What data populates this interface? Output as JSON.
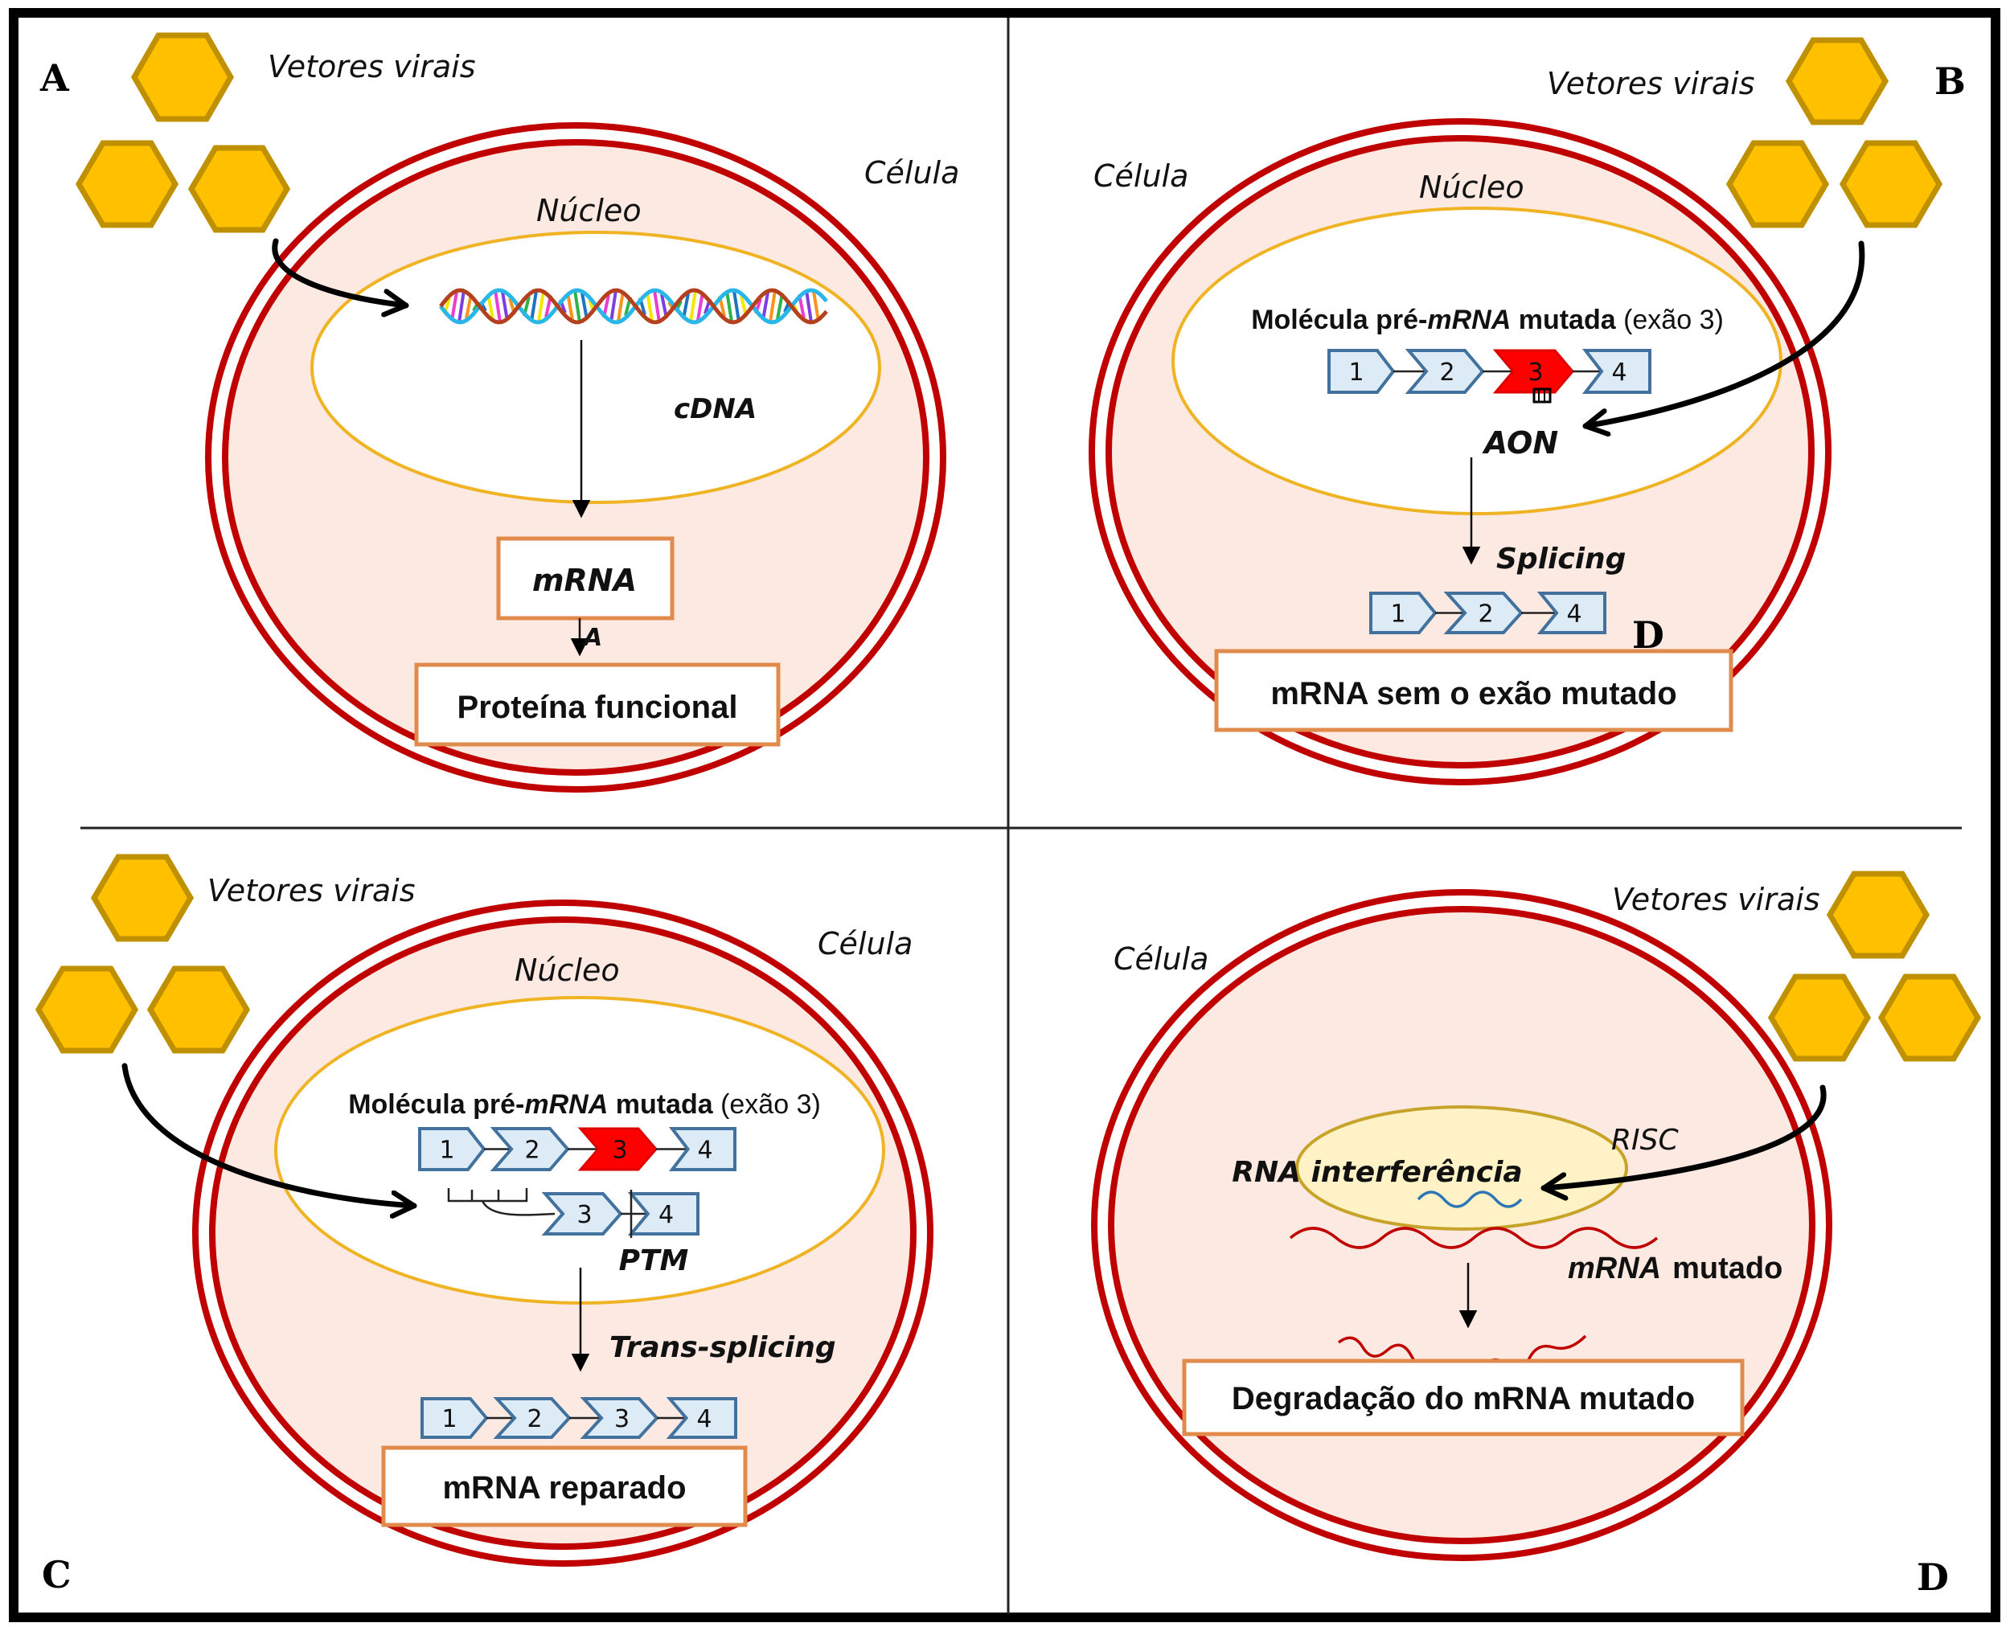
{
  "figure": {
    "description": "Estratégias de terapia génica com vetores virais",
    "colors": {
      "virus_fill": "#FFC000",
      "virus_stroke": "#BF9000",
      "cell_membrane": "#C00000",
      "cytoplasm": "#FBE9E2",
      "nucleus_outline": "#F0B323",
      "exon_fill": "#DDEBF7",
      "exon_stroke": "#41719C",
      "mutated_exon": "#FF0000",
      "result_box_border": "#E08A4C",
      "mrna_strand": "#C00000",
      "sirna_strand": "#2E75B6"
    }
  },
  "panels": {
    "A": {
      "letter": "A",
      "viral_vectors_label": "Vetores virais",
      "cell_label": "Célula",
      "nucleus_label": "Núcleo",
      "cdna_label": "cDNA",
      "mrna_label": "mRNA",
      "stray_letter": "A",
      "result_label": "Proteína funcional"
    },
    "B": {
      "letter": "B",
      "viral_vectors_label": "Vetores virais",
      "cell_label": "Célula",
      "nucleus_label": "Núcleo",
      "molecule_label_pre": "Molécula pré-",
      "molecule_label_italic": "mRNA",
      "molecule_label_bold": " mutada",
      "molecule_label_post": " (exão 3)",
      "exons_pre": [
        "1",
        "2",
        "3",
        "4"
      ],
      "mutated_exon": "3",
      "aon_label": "AON",
      "step_label": "Splicing",
      "exons_post": [
        "1",
        "2",
        "4"
      ],
      "stray_letter": "D",
      "result_label": "mRNA sem o exão mutado"
    },
    "C": {
      "letter": "C",
      "viral_vectors_label": "Vetores virais",
      "cell_label": "Célula",
      "nucleus_label": "Núcleo",
      "molecule_label_pre": "Molécula pré-",
      "molecule_label_italic": "mRNA",
      "molecule_label_bold": " mutada",
      "molecule_label_post": " (exão 3)",
      "exons_pre": [
        "1",
        "2",
        "3",
        "4"
      ],
      "mutated_exon": "3",
      "ptm_exons": [
        "3",
        "4"
      ],
      "ptm_label": "PTM",
      "step_label": "Trans-splicing",
      "exons_post": [
        "1",
        "2",
        "3",
        "4"
      ],
      "result_label": "mRNA reparado"
    },
    "D": {
      "letter": "D",
      "viral_vectors_label": "Vetores virais",
      "cell_label": "Célula",
      "risc_label": "RISC",
      "rnai_label": "RNA interferência",
      "mrna_italic": "mRNA",
      "mrna_suffix": "mutado",
      "result_label": "Degradação do mRNA mutado"
    }
  }
}
